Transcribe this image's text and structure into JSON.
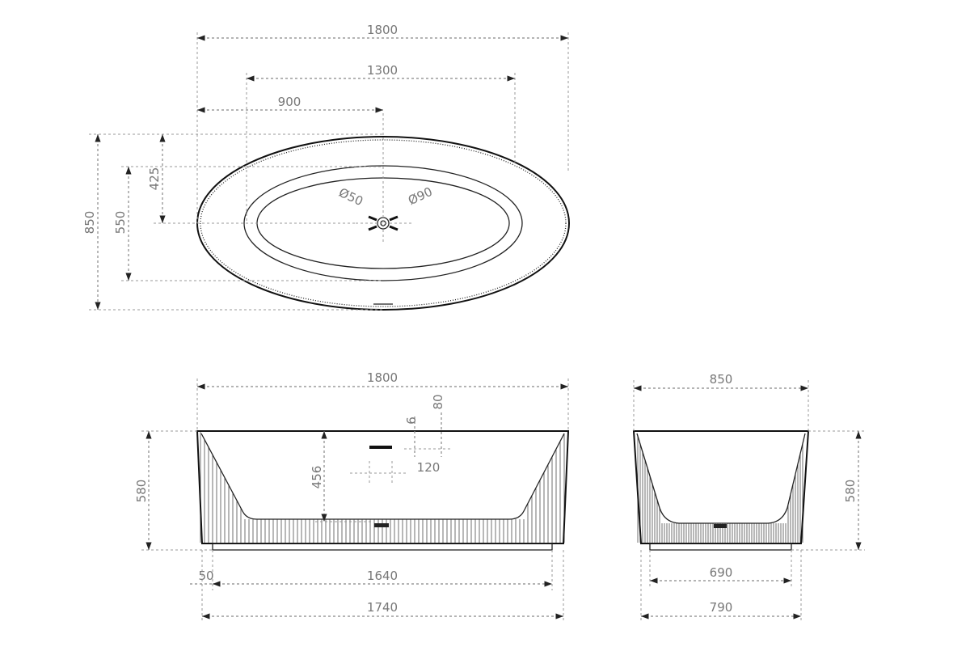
{
  "top_view": {
    "dims": {
      "length": "1800",
      "inner_length": "1300",
      "drain_offset_x": "900",
      "width": "850",
      "inner_width": "550",
      "drain_offset_y": "425"
    },
    "drain_labels": {
      "small": "Ø50",
      "large": "Ø90"
    }
  },
  "front_view": {
    "dims": {
      "length": "1800",
      "height": "580",
      "depth": "456",
      "overflow_gap": "6",
      "overflow_top": "80",
      "overflow_width": "120",
      "base_inset": "50",
      "base_length": "1640",
      "bottom_length": "1740"
    }
  },
  "side_view": {
    "dims": {
      "width": "850",
      "height": "580",
      "base_width": "690",
      "bottom_width": "790"
    }
  },
  "colors": {
    "line": "#111111",
    "dimension": "#888888",
    "text": "#777777"
  }
}
